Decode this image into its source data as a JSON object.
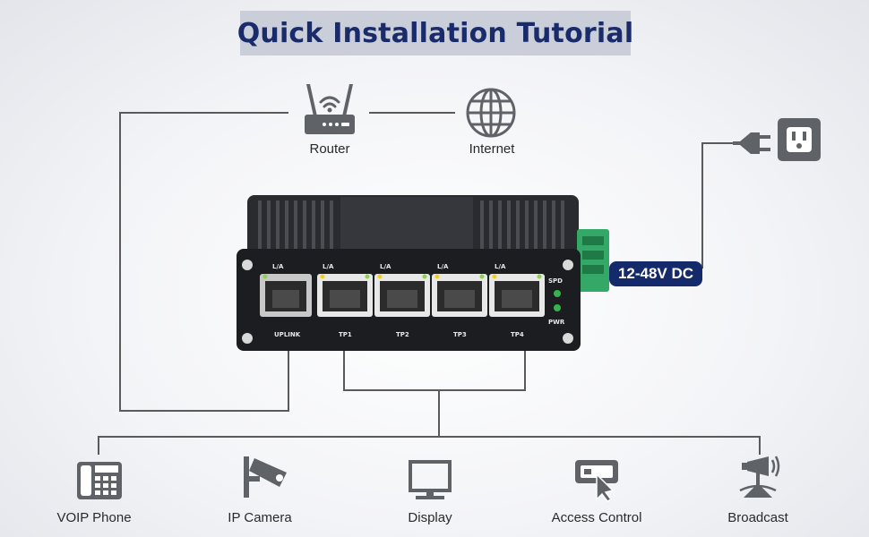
{
  "title": "Quick Installation Tutorial",
  "top_nodes": {
    "router": "Router",
    "internet": "Internet"
  },
  "power": {
    "voltage": "12-48V DC"
  },
  "switch": {
    "ports": [
      "UPLINK",
      "TP1",
      "TP2",
      "TP3",
      "TP4"
    ],
    "link_label": "L/A",
    "indicators": [
      "SPD",
      "PWR"
    ]
  },
  "devices": [
    {
      "label": "VOIP Phone",
      "icon": "phone-icon"
    },
    {
      "label": "IP Camera",
      "icon": "camera-icon"
    },
    {
      "label": "Display",
      "icon": "monitor-icon"
    },
    {
      "label": "Access Control",
      "icon": "access-control-icon"
    },
    {
      "label": "Broadcast",
      "icon": "broadcast-icon"
    }
  ],
  "colors": {
    "title_text": "#1a2b6b",
    "banner": "#c9ced9",
    "badge": "#142a6a",
    "icon": "#5f6368",
    "line": "#5a5a5a",
    "switch_body": "#1c1d20",
    "terminal": "#34a866"
  }
}
